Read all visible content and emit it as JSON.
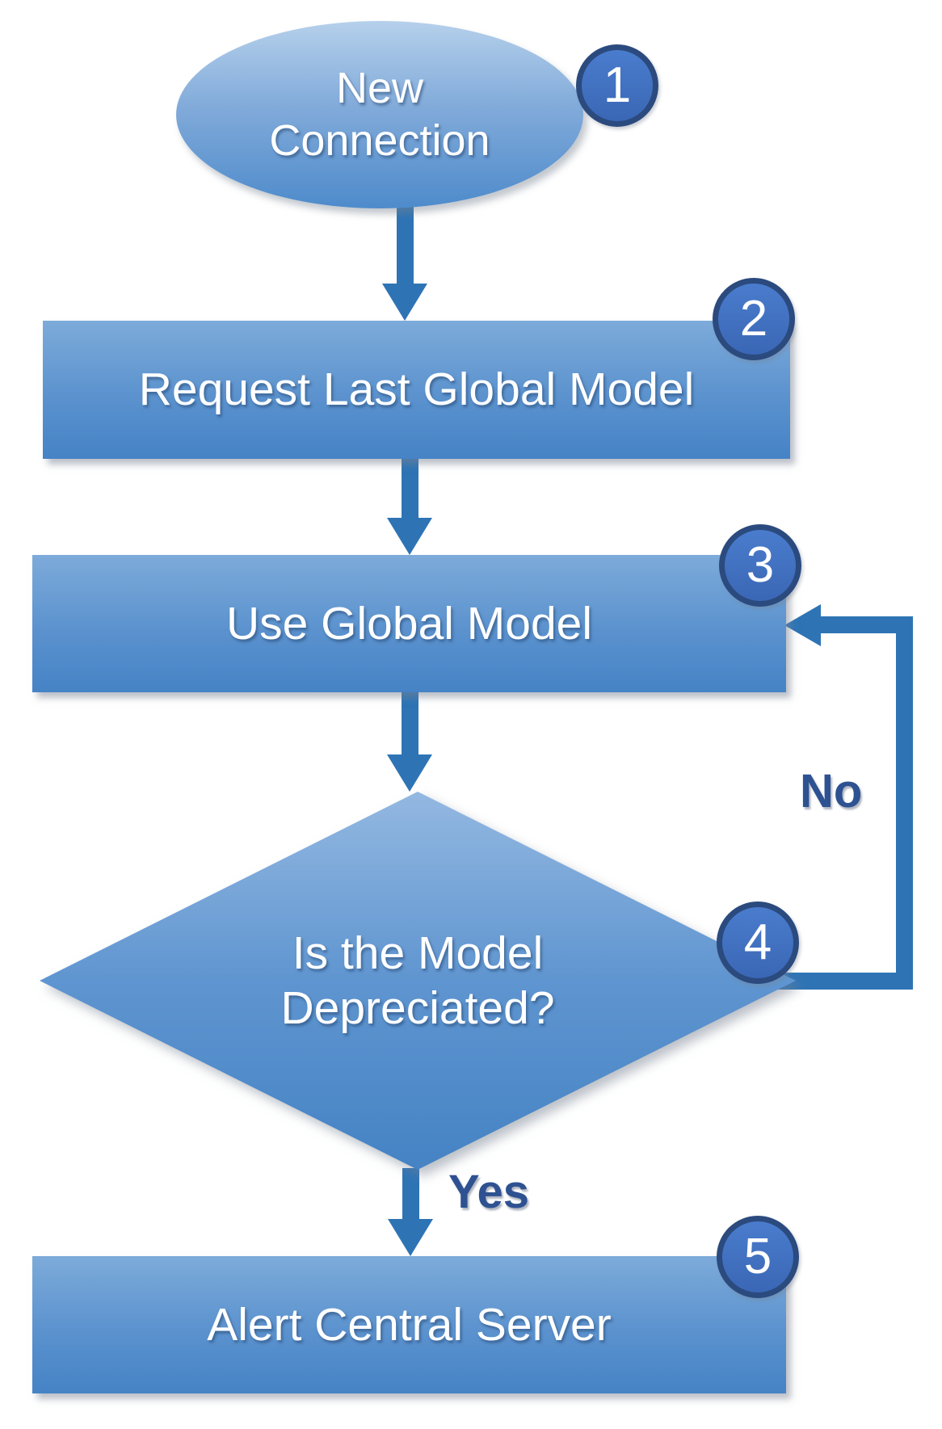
{
  "diagram": {
    "type": "flowchart",
    "nodes": {
      "start": {
        "shape": "ellipse",
        "label": "New\nConnection",
        "badge": "1"
      },
      "request": {
        "shape": "rect",
        "label": "Request Last Global Model",
        "badge": "2"
      },
      "use": {
        "shape": "rect",
        "label": "Use Global Model",
        "badge": "3"
      },
      "decision": {
        "shape": "diamond",
        "label": "Is the Model\nDepreciated?",
        "badge": "4"
      },
      "alert": {
        "shape": "rect",
        "label": "Alert Central Server",
        "badge": "5"
      }
    },
    "edges": {
      "no_label": "No",
      "yes_label": "Yes"
    },
    "colors": {
      "shape_gradient_top": "#7dabda",
      "shape_gradient_bottom": "#4583c6",
      "ellipse_gradient_top": "#b5d0eb",
      "arrow": "#2e74b5",
      "badge_fill": "#3e6dc1",
      "badge_border": "#2b4a7e",
      "edge_label_text": "#2e5191",
      "node_text": "#ffffff",
      "background": "#ffffff"
    }
  }
}
